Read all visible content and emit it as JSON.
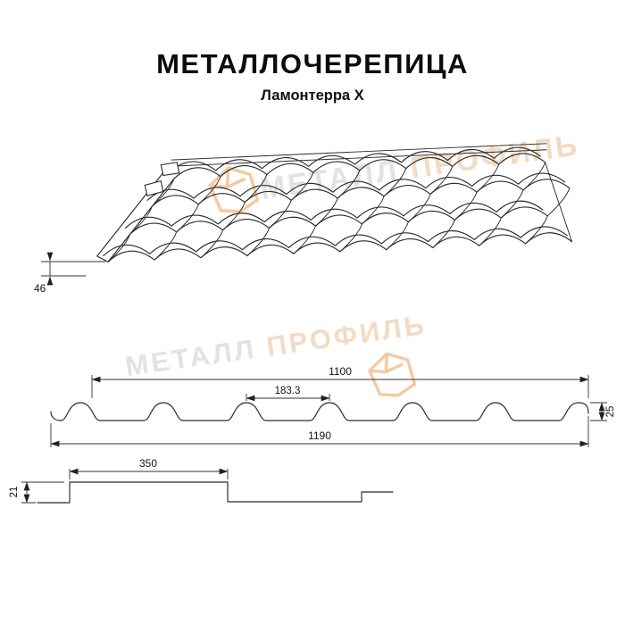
{
  "header": {
    "title": "МЕТАЛЛОЧЕРЕПИЦА",
    "subtitle": "Ламонтерра X"
  },
  "watermark": {
    "word1": "МЕТАЛЛ",
    "word2": "ПРОФИЛЬ"
  },
  "roof_view": {
    "eave_height": "46"
  },
  "cross_section": {
    "cover_width": "1100",
    "wave_pitch": "183.3",
    "profile_height": "25",
    "full_width": "1190"
  },
  "step_profile": {
    "module_length": "350",
    "step_height": "21"
  },
  "colors": {
    "line": "#2b2b2b",
    "watermark_gray": "#c7ccd1",
    "watermark_orange": "#ea9f55",
    "watermark_orange_text": "#e8bd95"
  }
}
